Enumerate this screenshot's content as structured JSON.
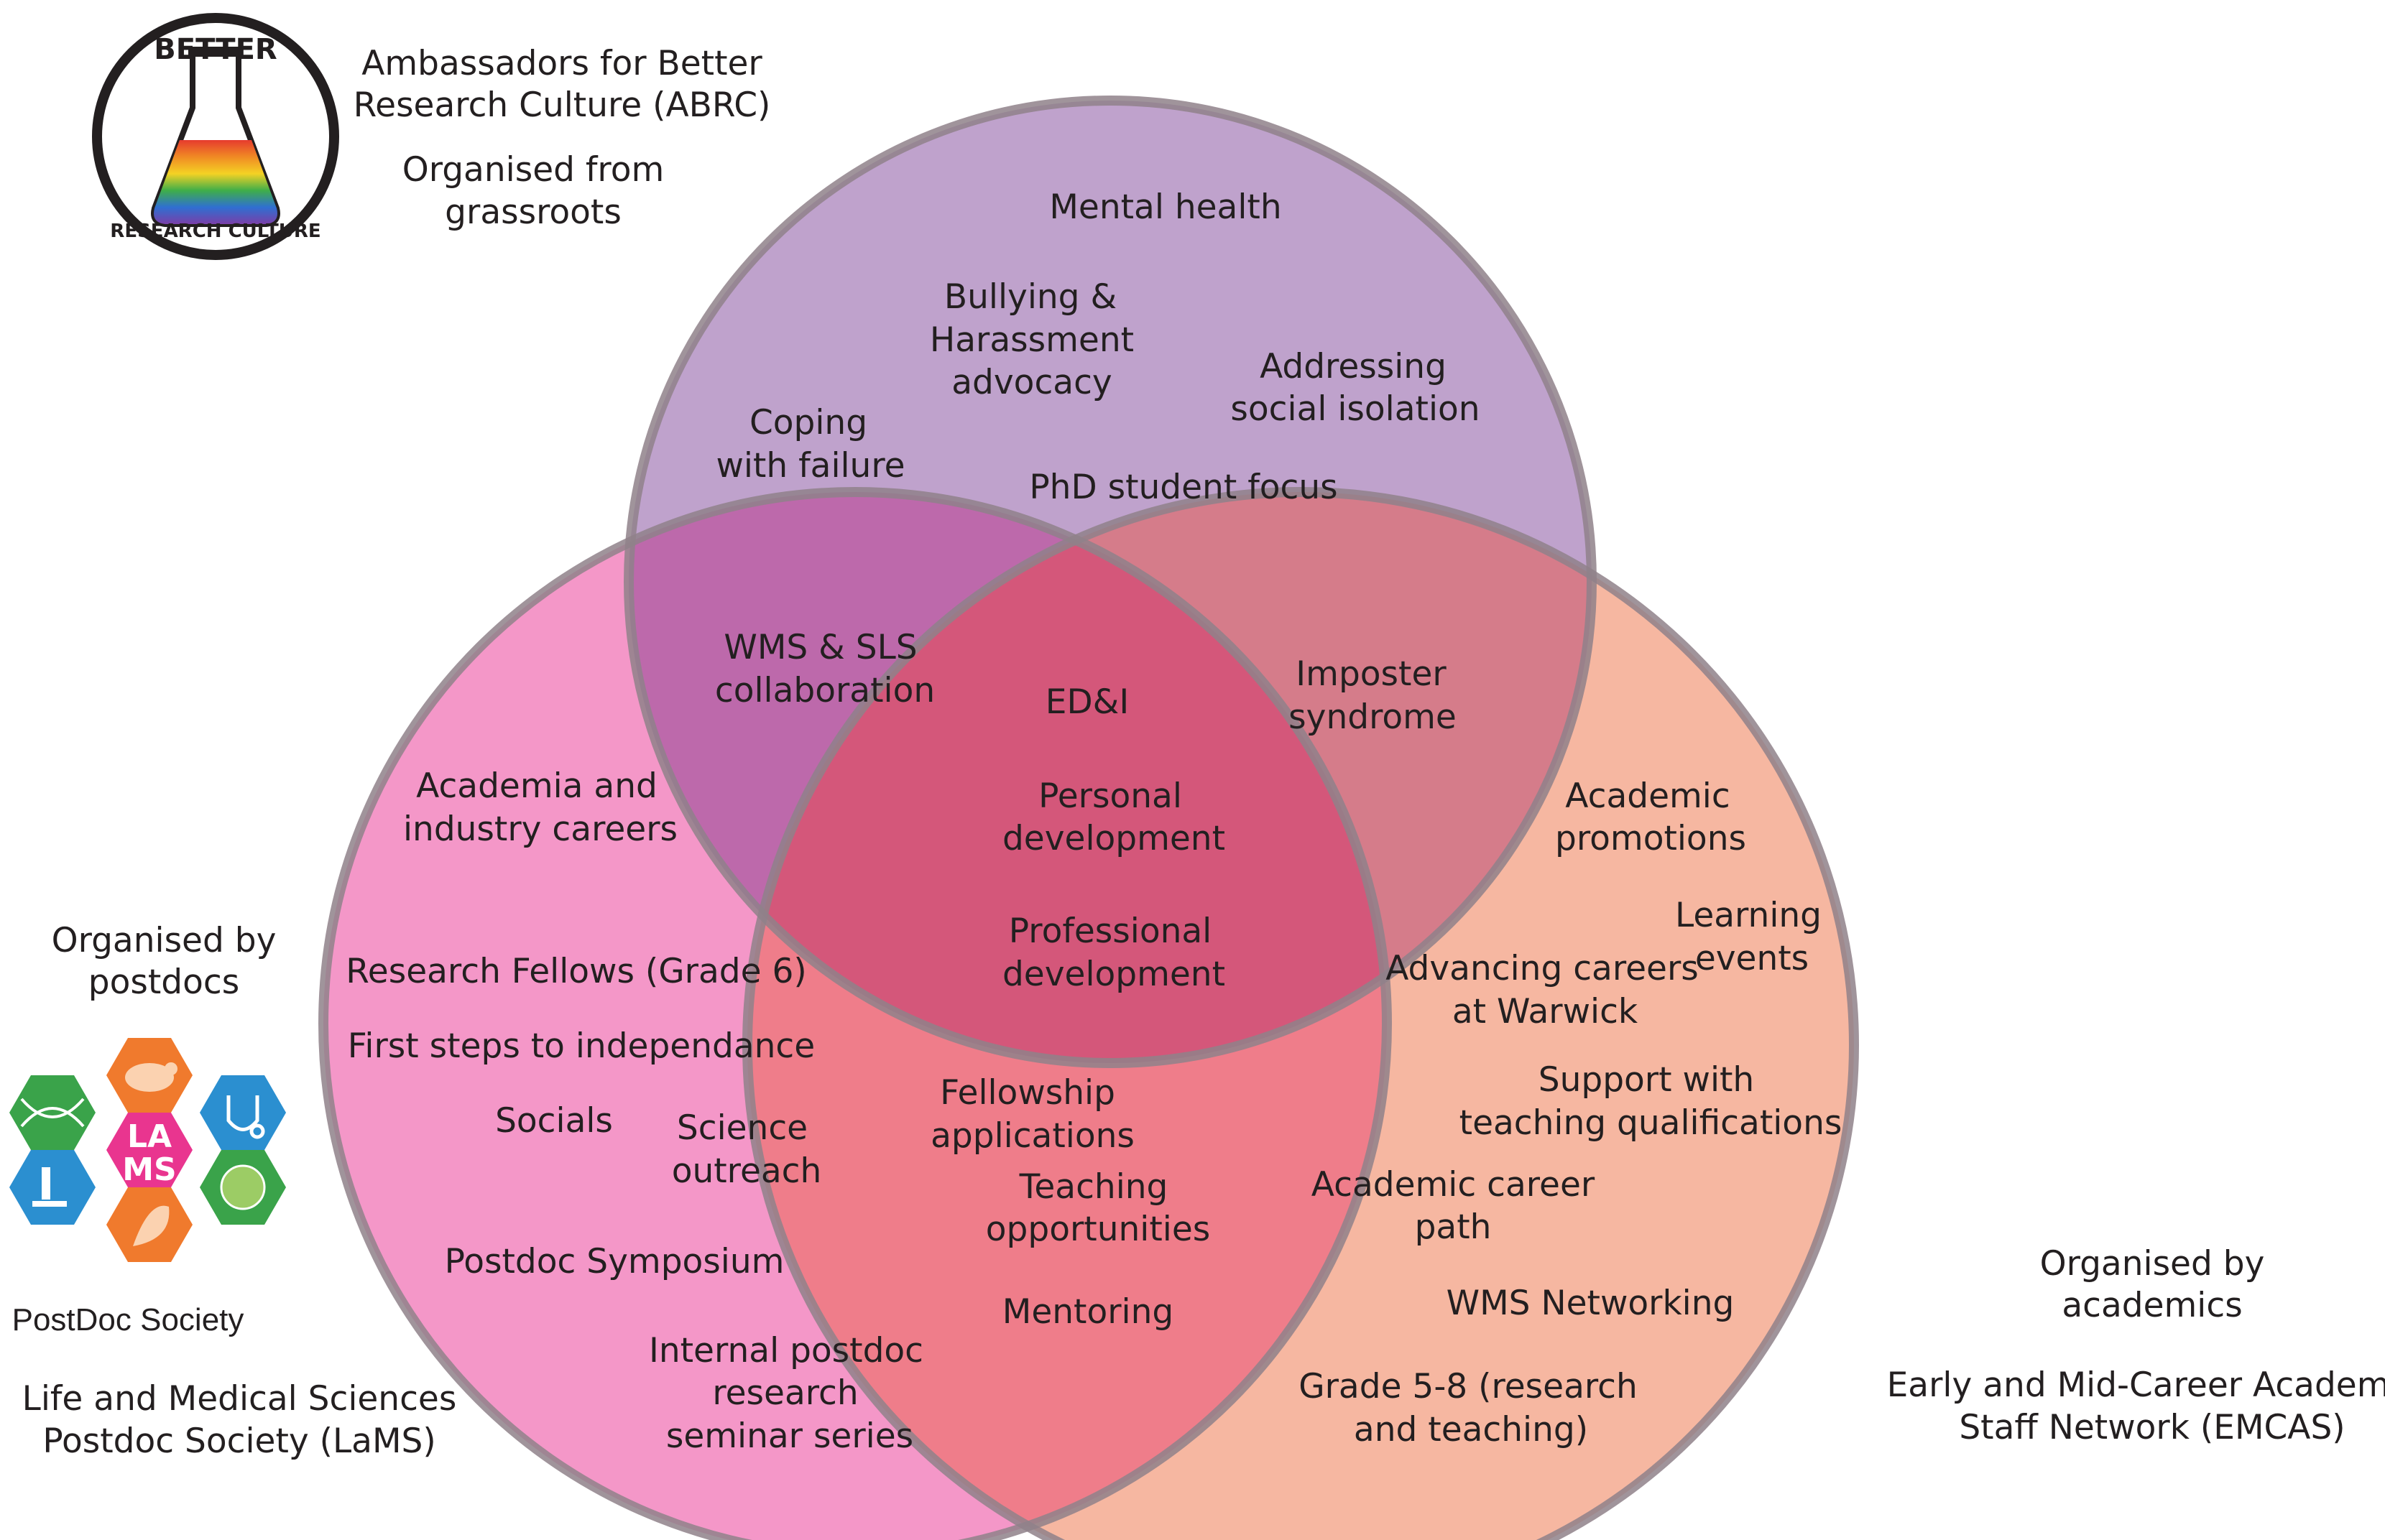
{
  "colors": {
    "top_circle": "#bfa2cc",
    "left_circle": "#f497c8",
    "right_circle": "#f6b7a1",
    "top_left": "#bd69ab",
    "top_right": "#d57c8a",
    "left_right": "#ef7d8a",
    "center": "#d4577a",
    "outline": "#8f8189"
  },
  "abrc": {
    "logo_top": "BETTER",
    "logo_bottom": "RESEARCH CULTURE",
    "name": [
      "Ambassadors for Better",
      "Research Culture (ABRC)"
    ],
    "organised": [
      "Organised from",
      "grassroots"
    ]
  },
  "lams": {
    "organised": [
      "Organised by",
      "postdocs"
    ],
    "logo_letters_top": "LA",
    "logo_letters_bottom": "MS",
    "logo_caption": "PostDoc Society",
    "name": [
      "Life and Medical Sciences",
      "Postdoc Society (LaMS)"
    ]
  },
  "emcas": {
    "organised": [
      "Organised by",
      "academics"
    ],
    "name": [
      "Early and Mid-Career Academic",
      "Staff Network (EMCAS)"
    ]
  },
  "abrc_only": {
    "mental_health": "Mental health",
    "bullying": [
      "Bullying &",
      "Harassment",
      "advocacy"
    ],
    "isolation": [
      "Addressing",
      "social isolation"
    ],
    "coping": [
      "Coping",
      "with failure"
    ],
    "phd": "PhD student focus"
  },
  "abrc_lams": {
    "collab": [
      "WMS & SLS",
      "collaboration"
    ]
  },
  "abrc_emcas": {
    "imposter": [
      "Imposter",
      "syndrome"
    ]
  },
  "all_three": {
    "edi": "ED&I",
    "personal": [
      "Personal",
      "development"
    ],
    "professional": [
      "Professional",
      "development"
    ]
  },
  "lams_only": {
    "careers": [
      "Academia and",
      "industry careers"
    ],
    "fellows": "Research Fellows (Grade 6)",
    "first_steps": "First steps to independance",
    "socials": "Socials",
    "outreach": [
      "Science",
      "outreach"
    ],
    "symposium": "Postdoc Symposium",
    "seminar": [
      "Internal postdoc",
      "research",
      "seminar series"
    ]
  },
  "lams_emcas": {
    "fellowship": [
      "Fellowship",
      "applications"
    ],
    "teaching": [
      "Teaching",
      "opportunities"
    ],
    "mentoring": "Mentoring"
  },
  "emcas_only": {
    "promotions": [
      "Academic",
      "promotions"
    ],
    "learning": [
      "Learning",
      "events"
    ],
    "advancing": [
      "Advancing careers",
      "at Warwick"
    ],
    "support": [
      "Support with",
      "teaching qualifications"
    ],
    "career_path": [
      "Academic career",
      "path"
    ],
    "networking": "WMS Networking",
    "grade": [
      "Grade 5-8 (research",
      "and teaching)"
    ]
  }
}
